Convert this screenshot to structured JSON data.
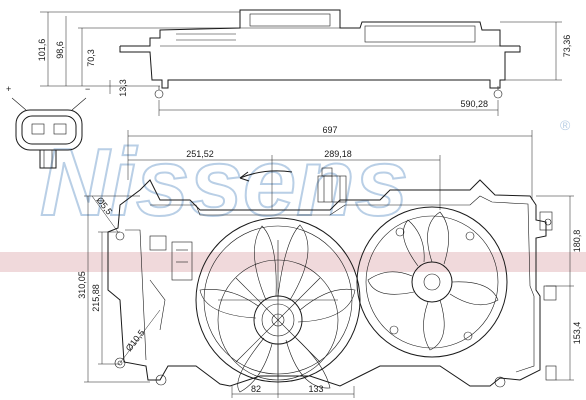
{
  "watermark": {
    "text": "Nissens",
    "registered": "®",
    "color": "#b9cfe6"
  },
  "dimensions": {
    "d101_6": "101,6",
    "d98_6": "98,6",
    "d70_3": "70,3",
    "d73_36": "73,36",
    "d13_3": "13,3",
    "d590_28": "590,28",
    "d697": "697",
    "d251_52": "251,52",
    "d289_18": "289,18",
    "d180_8": "180,8",
    "d153_4": "153,4",
    "d310_05": "310,05",
    "d215_88": "215,88",
    "d82": "82",
    "d133": "133",
    "dia5_5": "Ø5,5",
    "dia10_5": "Ø10,5"
  },
  "connector": {
    "plus": "+",
    "minus": "−"
  },
  "colors": {
    "line": "#1a1a1a",
    "watermark_red": "#e3b9bd"
  }
}
